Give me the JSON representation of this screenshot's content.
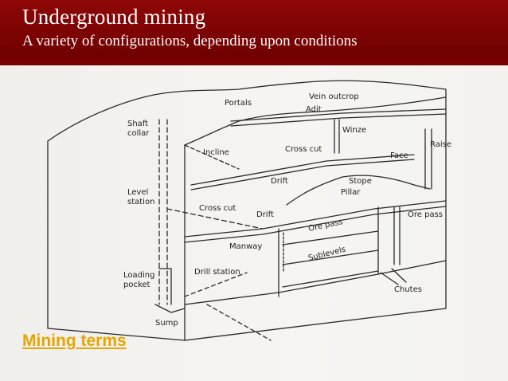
{
  "slide": {
    "title": "Underground mining",
    "subtitle": "A variety of configurations, depending upon conditions",
    "link": "Mining terms"
  },
  "colors": {
    "header_bg": "#7a0000",
    "header_text": "#ffffff",
    "link": "#e6a500"
  },
  "diagram": {
    "labels": {
      "vein_outcrop": "Vein outcrop",
      "portals": "Portals",
      "adit": "Adit",
      "shaft_collar_1": "Shaft",
      "shaft_collar_2": "collar",
      "winze": "Winze",
      "raise": "Raise",
      "incline": "Incline",
      "cross_cut_top": "Cross cut",
      "face": "Face",
      "drift_top": "Drift",
      "stope": "Stope",
      "pillar": "Pillar",
      "level_station_1": "Level",
      "level_station_2": "station",
      "cross_cut_mid": "Cross cut",
      "drift_mid": "Drift",
      "ore_pass_mid": "Ore pass",
      "ore_pass_right": "Ore pass",
      "manway": "Manway",
      "sublevels": "Sublevels",
      "loading_pocket_1": "Loading",
      "loading_pocket_2": "pocket",
      "drill_station": "Drill station",
      "chutes": "Chutes",
      "sump": "Sump"
    }
  }
}
